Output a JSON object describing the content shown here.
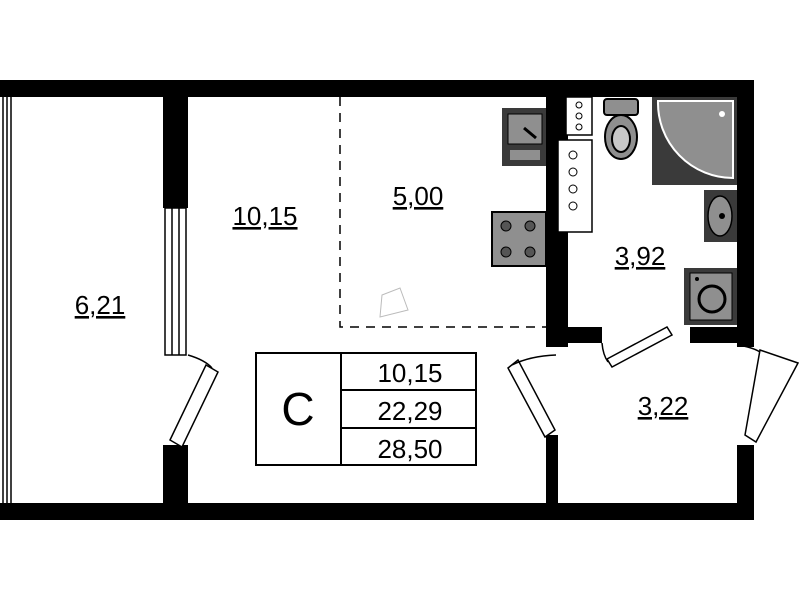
{
  "rooms": {
    "balcony": "6,21",
    "living": "10,15",
    "kitchen": "5,00",
    "bathroom": "3,92",
    "hallway": "3,22"
  },
  "summary": {
    "type": "С",
    "living_area": "10,15",
    "total_area": "22,29",
    "total_with_balcony": "28,50"
  }
}
